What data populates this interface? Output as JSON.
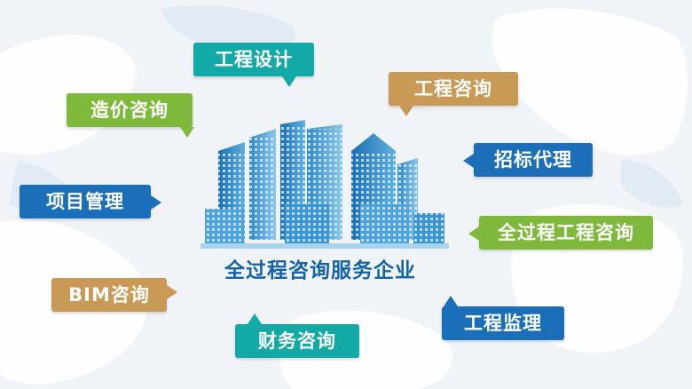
{
  "center_title": "全过程咨询服务企业",
  "bubbles": {
    "design": "工程设计",
    "cost": "造价咨询",
    "consult": "工程咨询",
    "bidding": "招标代理",
    "project_mgmt": "项目管理",
    "full_process": "全过程工程咨询",
    "bim": "BIM咨询",
    "supervision": "工程监理",
    "finance": "财务咨询"
  },
  "colors": {
    "teal": "#13a9a6",
    "gold": "#c99a56",
    "green": "#7fb93c",
    "blue": "#1b6eb8",
    "title": "#1462a8"
  },
  "icons": [
    "city-buildings-icon",
    "world-map-background"
  ]
}
